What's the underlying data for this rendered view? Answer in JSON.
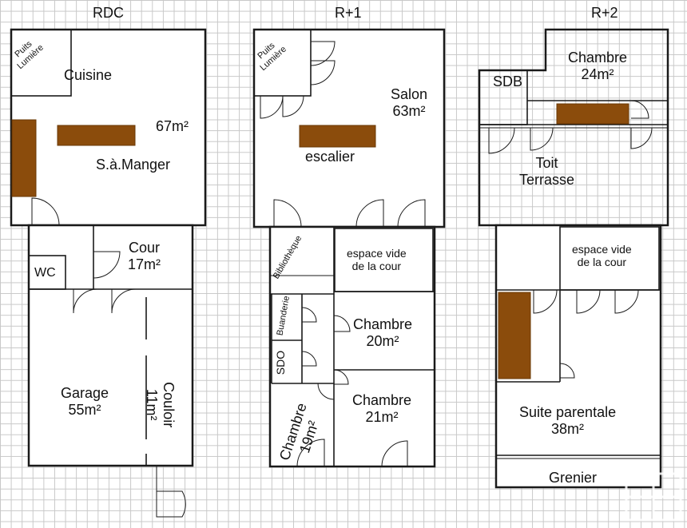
{
  "floors": {
    "rdc": {
      "title": "RDC",
      "rooms": {
        "puits_lumiere": "Puits\nLumière",
        "cuisine": "Cuisine",
        "sejour_area": "67m²",
        "salle_a_manger": "S.à.Manger",
        "wc": "WC",
        "cour": "Cour\n17m²",
        "garage": "Garage\n55m²",
        "couloir": "Couloir\n11m²"
      }
    },
    "r1": {
      "title": "R+1",
      "rooms": {
        "puits_lumiere": "Puits\nLumière",
        "salon": "Salon\n63m²",
        "escalier": "escalier",
        "bibliotheque": "Bibliothèque",
        "espace_vide": "espace vide\nde la cour",
        "buanderie": "Buanderie",
        "chambre_20": "Chambre\n20m²",
        "sdo": "SDO",
        "chambre_21": "Chambre\n21m²",
        "chambre_19": "Chambre\n19m²"
      }
    },
    "r2": {
      "title": "R+2",
      "rooms": {
        "sdb": "SDB",
        "chambre_24": "Chambre\n24m²",
        "toit_terrasse": "Toit\nTerrasse",
        "espace_vide": "espace vide\nde la cour",
        "suite_parentale": "Suite parentale\n38m²",
        "grenier": "Grenier"
      }
    }
  },
  "colors": {
    "furniture": "#8b4c0c",
    "walls": "#1a1a1a",
    "grid": "#c8c8c8"
  }
}
